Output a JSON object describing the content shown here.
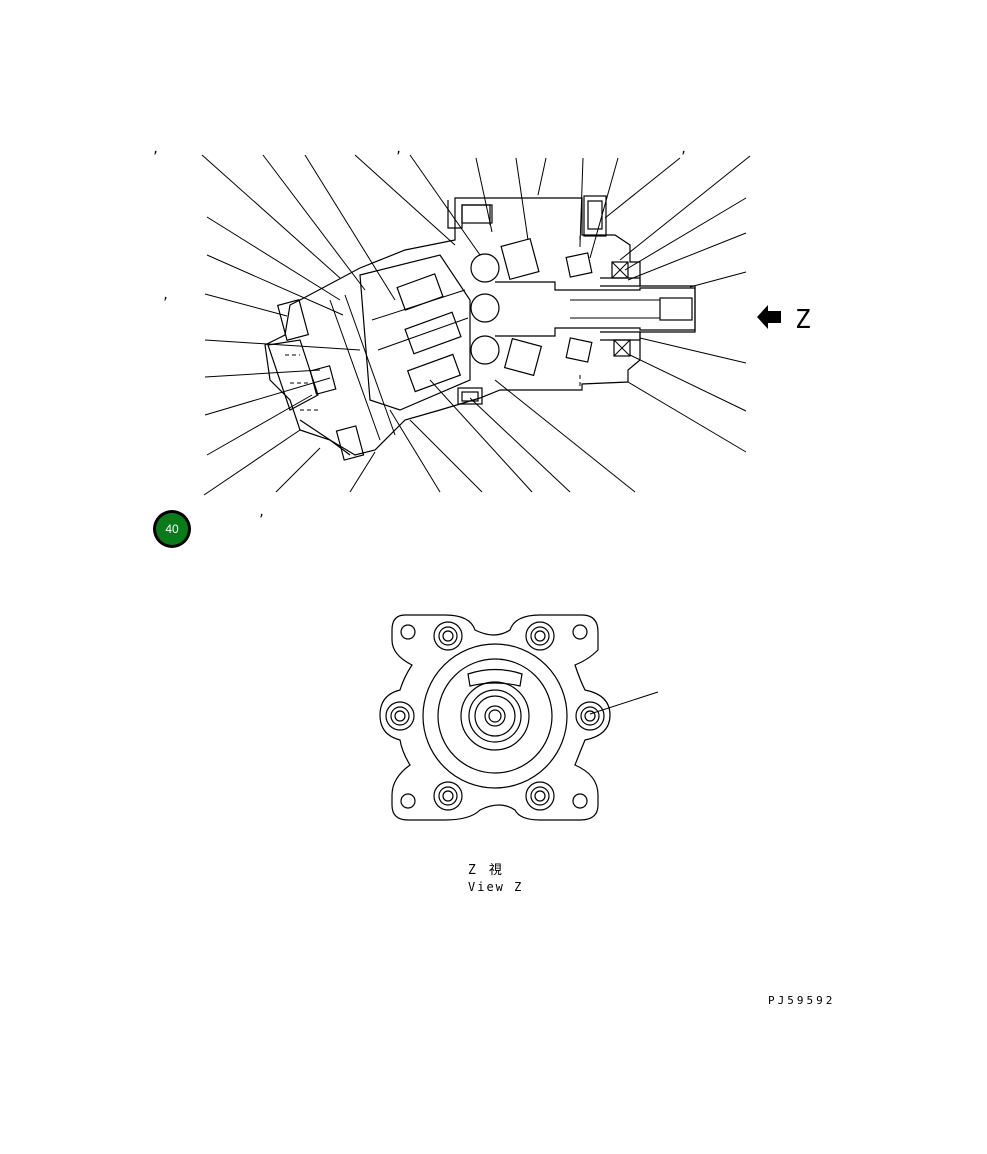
{
  "diagram": {
    "arrow_label": "Z",
    "badge": {
      "number": "40",
      "color": "#0a7a1a"
    },
    "view_label_jp": "Z　視",
    "view_label_en": "View Z",
    "drawing_code": "PJ59592",
    "commas": [
      ",",
      ",",
      ",",
      ",",
      ","
    ]
  }
}
